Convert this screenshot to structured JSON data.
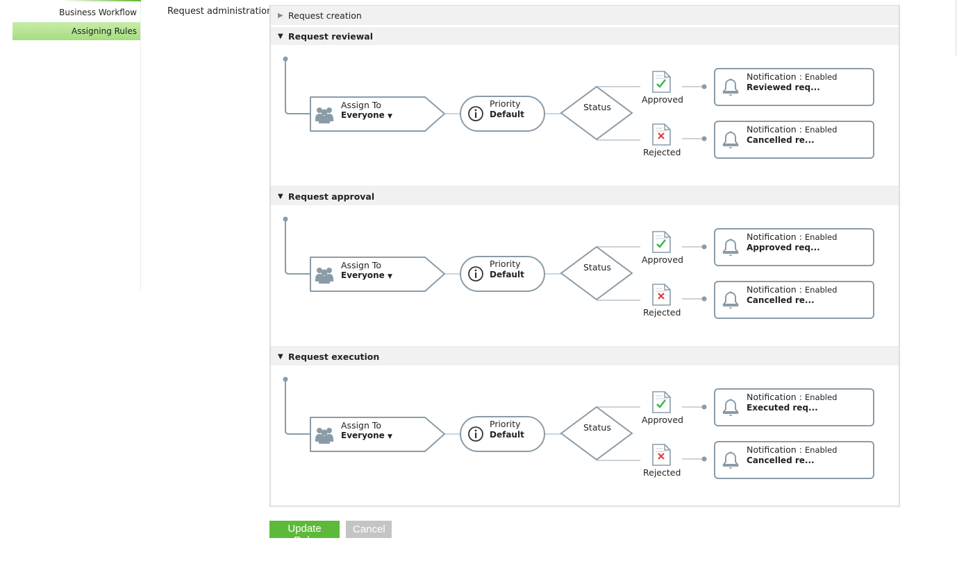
{
  "sidebar": {
    "items": [
      {
        "label": "Business Workflow"
      },
      {
        "label": "Assigning Rules",
        "active": true
      }
    ]
  },
  "section_label": "Request administration",
  "collapsed_stage": {
    "title": "Request creation"
  },
  "stages": [
    {
      "title": "Request reviewal",
      "assign_label": "Assign To",
      "assign_value": "Everyone",
      "priority_label": "Priority",
      "priority_value": "Default",
      "status": "Status",
      "approved": "Approved",
      "rejected": "Rejected",
      "notif_label": "Notification :",
      "notif_state_approved": "Enabled",
      "notif_approved": "Reviewed req...",
      "notif_state_rejected": "Enabled",
      "notif_rejected": "Cancelled re..."
    },
    {
      "title": "Request approval",
      "assign_label": "Assign To",
      "assign_value": "Everyone",
      "priority_label": "Priority",
      "priority_value": "Default",
      "status": "Status",
      "approved": "Approved",
      "rejected": "Rejected",
      "notif_label": "Notification :",
      "notif_state_approved": "Enabled",
      "notif_approved": "Approved req...",
      "notif_state_rejected": "Enabled",
      "notif_rejected": "Cancelled re..."
    },
    {
      "title": "Request execution",
      "assign_label": "Assign To",
      "assign_value": "Everyone",
      "priority_label": "Priority",
      "priority_value": "Default",
      "status": "Status",
      "approved": "Approved",
      "rejected": "Rejected",
      "notif_label": "Notification :",
      "notif_state_approved": "Enabled",
      "notif_approved": "Executed req...",
      "notif_state_rejected": "Enabled",
      "notif_rejected": "Cancelled re..."
    }
  ],
  "buttons": {
    "update": "Update Rule",
    "cancel": "Cancel"
  },
  "colors": {
    "accent": "#5db93a",
    "node_border": "#8a9ba8",
    "approved": "#3bb54a",
    "rejected": "#e0393e"
  }
}
